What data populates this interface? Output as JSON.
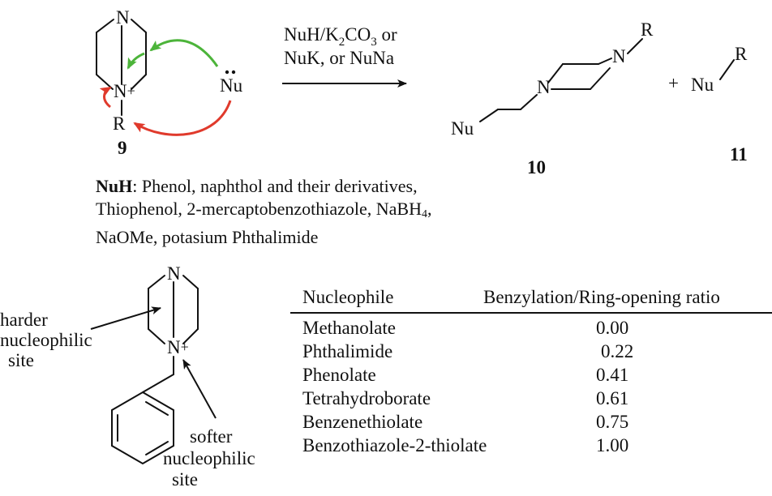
{
  "scheme": {
    "atom_N": "N",
    "atom_N_plus": "N+",
    "atom_R": "R",
    "lone_pair": "..",
    "nucleophile": "Nu",
    "plus_sign": "+",
    "label_9": "9",
    "label_10": "10",
    "label_11": "11",
    "reagent_line1": "NuH/K",
    "reagent_line1_sub": "2",
    "reagent_line1_end": "CO",
    "reagent_line1_sub2": "3",
    "reagent_line1_tail": " or",
    "reagent_line2": "NuK, or NuNa",
    "arrow_colors": {
      "green": "#4cb43a",
      "red": "#e03a2c"
    }
  },
  "nuh": {
    "label": "NuH",
    "line1": ": Phenol, naphthol and their derivatives,",
    "line2": "Thiophenol, 2-mercaptobenzothiazole, NaBH",
    "line2_sub": "4",
    "line2_tail": ",",
    "line3": "NaOMe, potasium Phthalimide"
  },
  "sites": {
    "harder_1": "harder",
    "harder_2": "nucleophilic",
    "harder_3": "site",
    "softer_1": "softer",
    "softer_2": "nucleophilic",
    "softer_3": "site"
  },
  "table": {
    "columns": [
      "Nucleophile",
      "Benzylation/Ring-opening ratio"
    ],
    "rows": [
      {
        "nucleophile": "Methanolate",
        "ratio": "0.00"
      },
      {
        "nucleophile": "Phthalimide",
        "ratio": "0.22"
      },
      {
        "nucleophile": "Phenolate",
        "ratio": "0.41"
      },
      {
        "nucleophile": "Tetrahydroborate",
        "ratio": "0.61"
      },
      {
        "nucleophile": "Benzenethiolate",
        "ratio": "0.75"
      },
      {
        "nucleophile": "Benzothiazole-2-thiolate",
        "ratio": "1.00"
      }
    ]
  }
}
